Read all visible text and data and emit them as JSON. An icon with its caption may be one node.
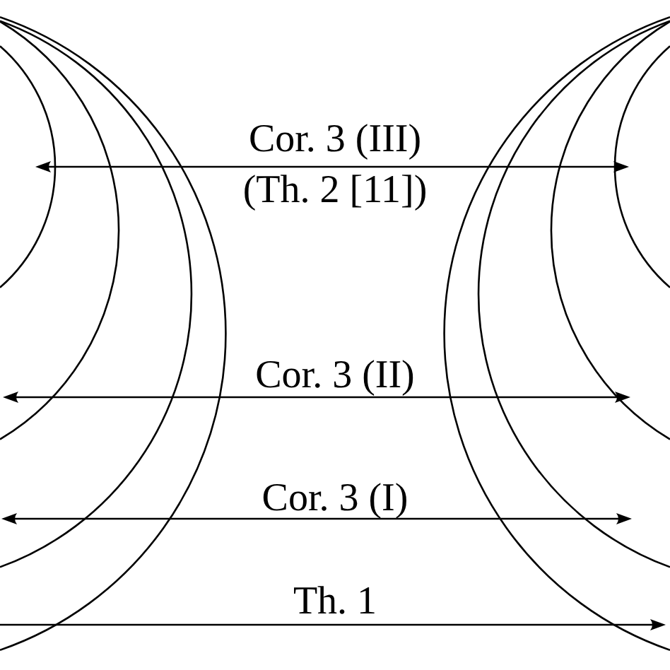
{
  "diagram": {
    "labels": [
      "Cor. 3 (III)",
      "(Th. 2 [11])",
      "Cor. 3 (II)",
      "Cor. 3 (I)",
      "Th. 1"
    ]
  }
}
